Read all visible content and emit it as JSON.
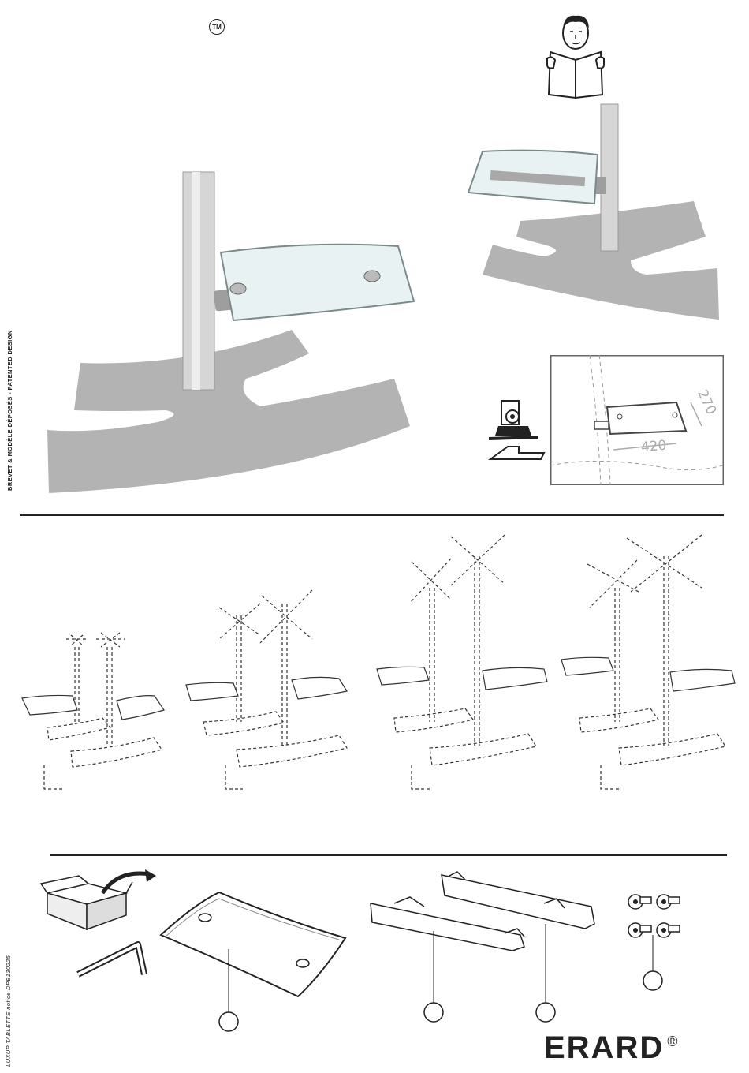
{
  "header": {
    "trademark": "TM"
  },
  "side": {
    "patent": "BREVET & MODÈLE DÉPOSÉS - PATENTED DESIGN",
    "document_ref": "LUXUP TABLETTE notice DPB130225"
  },
  "dimensions": {
    "width": "420",
    "depth": "270"
  },
  "brand": {
    "name": "ERARD",
    "mark": "®"
  },
  "icons": {
    "reading": "person-reading-icon",
    "box": "open-box-icon",
    "hex_key": "allen-key-icon",
    "shelf_mount": "shelf-mount-icon"
  },
  "colors": {
    "base_gray": "#b3b3b3",
    "glass": "#e8f2f2",
    "pole": "#d4d4d4",
    "line": "#222222"
  }
}
